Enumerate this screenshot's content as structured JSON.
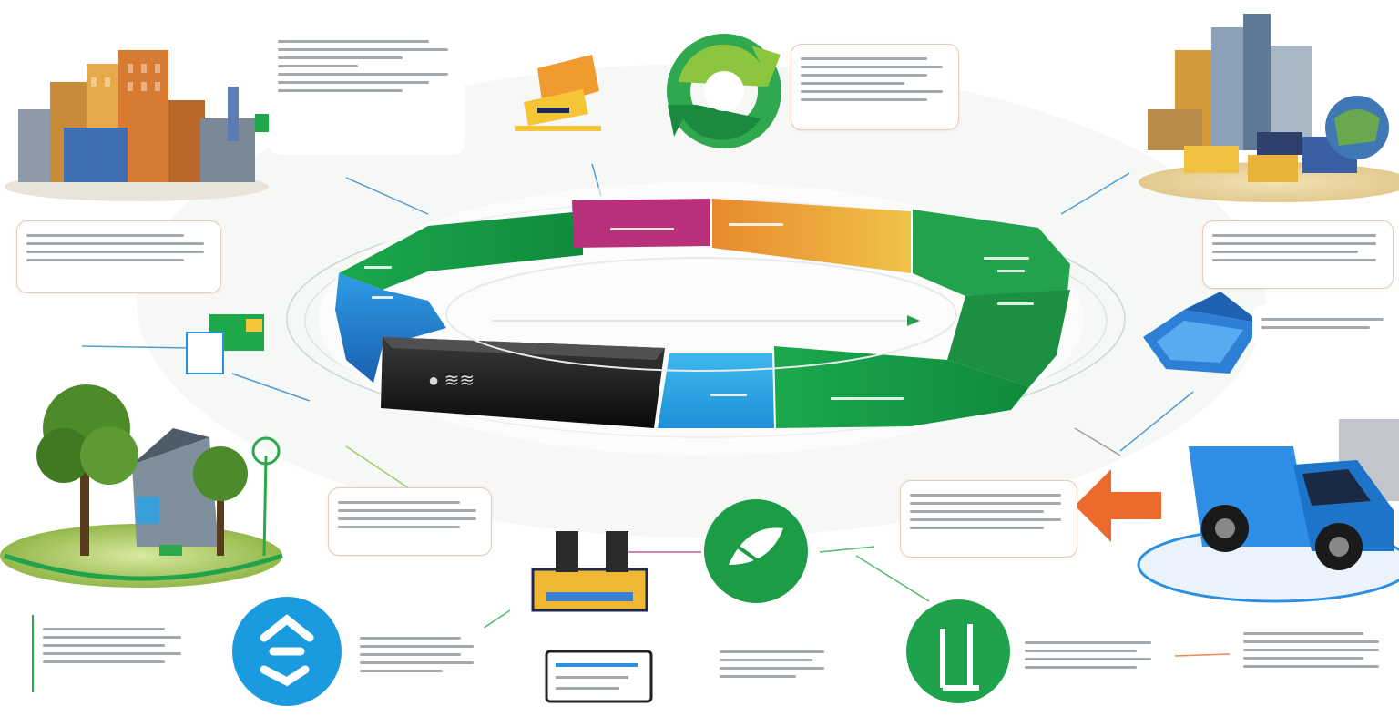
{
  "ring": {
    "segments": [
      {
        "id": "green-top-left",
        "color": "#1a9b4a"
      },
      {
        "id": "magenta-top",
        "color": "#b8307a"
      },
      {
        "id": "orange-top",
        "color": "#d88a2e"
      },
      {
        "id": "green-top-right",
        "color": "#23a24d"
      },
      {
        "id": "green-right",
        "color": "#1c8f43"
      },
      {
        "id": "green-bottom-right",
        "color": "#1f9f4c"
      },
      {
        "id": "blue-bottom",
        "color": "#2aa9e6"
      },
      {
        "id": "black-bottom",
        "color": "#161616"
      },
      {
        "id": "blue-left",
        "color": "#2386d6"
      }
    ]
  },
  "icons": [
    "city-buildings-icon",
    "green-arrow-icon",
    "yellow-package-icon",
    "recycle-loop-icon",
    "warehouse-city-icon",
    "blue-bin-icon",
    "delivery-truck-icon",
    "orange-arrow-icon",
    "tree-house-icon",
    "recycle-circle-icon",
    "battery-icon",
    "leaf-circle-icon",
    "plant-circle-icon",
    "wind-turbine-icon",
    "small-truck-icon",
    "document-icon"
  ],
  "colors": {
    "green": "#1e9c49",
    "blue": "#2d8fe0",
    "orange": "#ee6a2c",
    "callout_border": "#e9c8b6",
    "text": "#1e2a2a",
    "line": "#a3a9ad"
  }
}
